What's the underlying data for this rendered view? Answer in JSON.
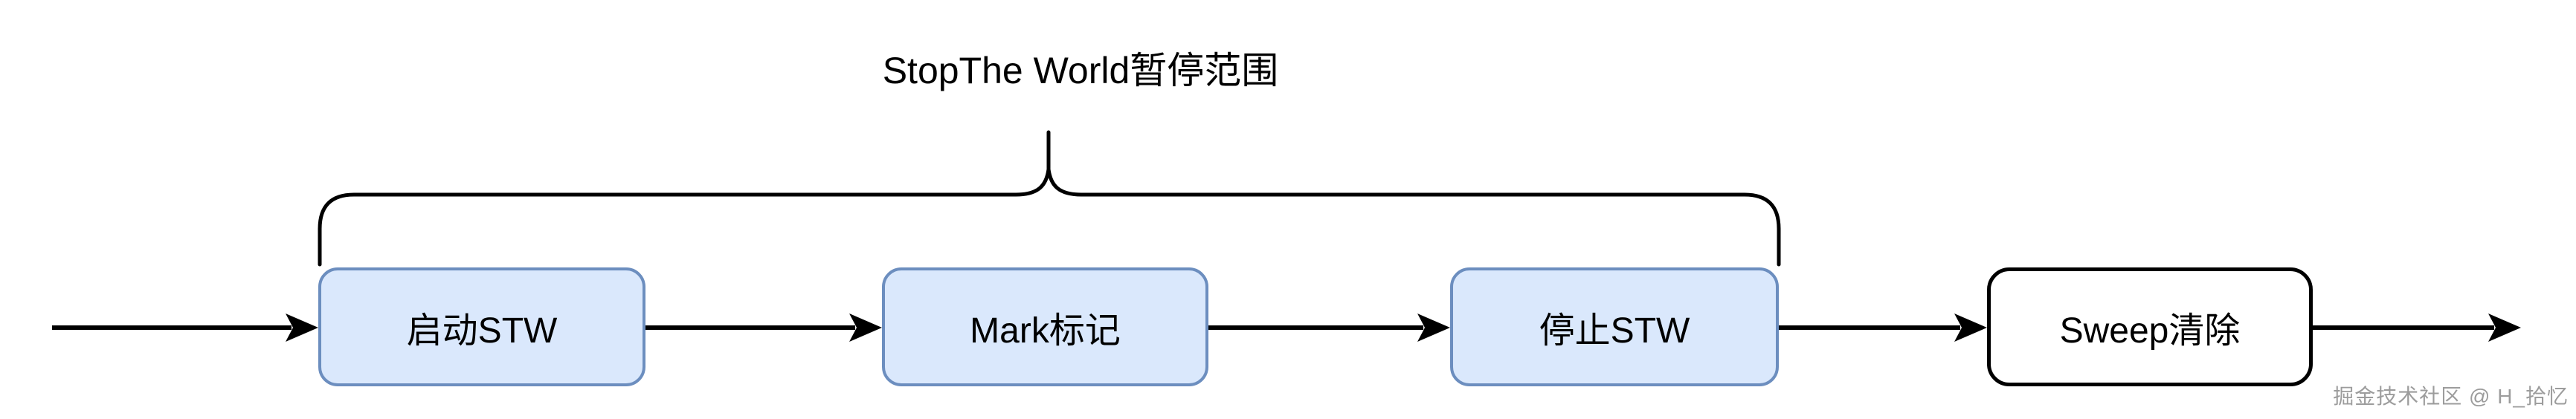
{
  "title": "StopThe World暂停范围",
  "nodes": [
    {
      "id": "start-stw",
      "label": "启动STW"
    },
    {
      "id": "mark",
      "label": "Mark标记"
    },
    {
      "id": "stop-stw",
      "label": "停止STW"
    },
    {
      "id": "sweep",
      "label": "Sweep清除"
    }
  ],
  "watermark": "掘金技术社区 @ H_拾忆",
  "colors": {
    "node_fill": "#dae8fc",
    "node_border": "#6c8ebf",
    "final_node_fill": "#ffffff",
    "final_node_border": "#000000",
    "line": "#000000",
    "watermark": "#9c9c9c"
  }
}
